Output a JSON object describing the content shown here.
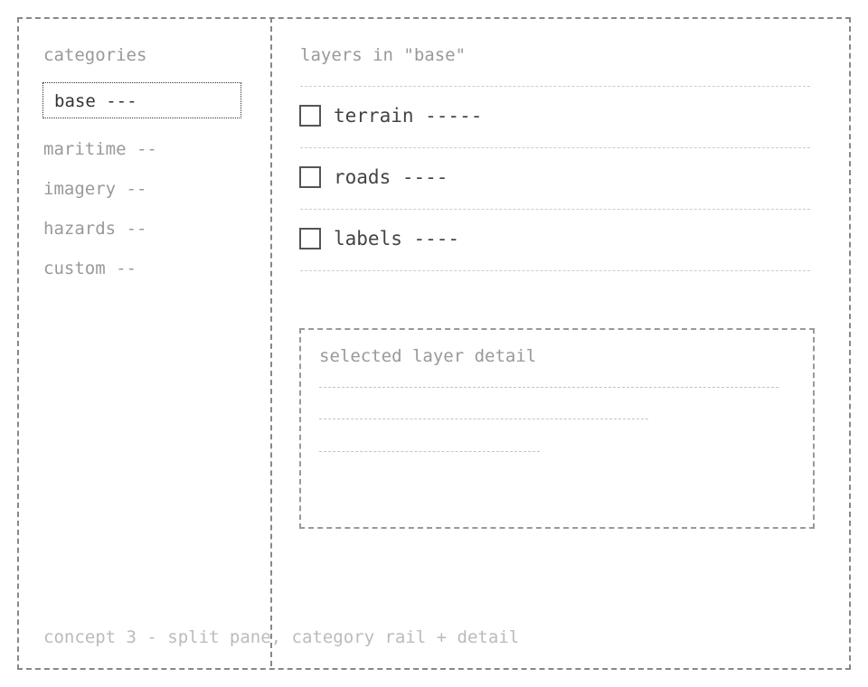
{
  "sidebar": {
    "heading": "categories",
    "items": [
      {
        "label": "base ---",
        "selected": true
      },
      {
        "label": "maritime --",
        "selected": false
      },
      {
        "label": "imagery --",
        "selected": false
      },
      {
        "label": "hazards --",
        "selected": false
      },
      {
        "label": "custom --",
        "selected": false
      }
    ]
  },
  "main": {
    "heading": "layers in \"base\"",
    "layers": [
      {
        "label": "terrain -----",
        "checked": false
      },
      {
        "label": "roads ----",
        "checked": false
      },
      {
        "label": "labels ----",
        "checked": false
      }
    ],
    "detail": {
      "title": "selected layer detail"
    }
  },
  "footer": {
    "note": "concept 3 - split pane, category rail + detail"
  }
}
